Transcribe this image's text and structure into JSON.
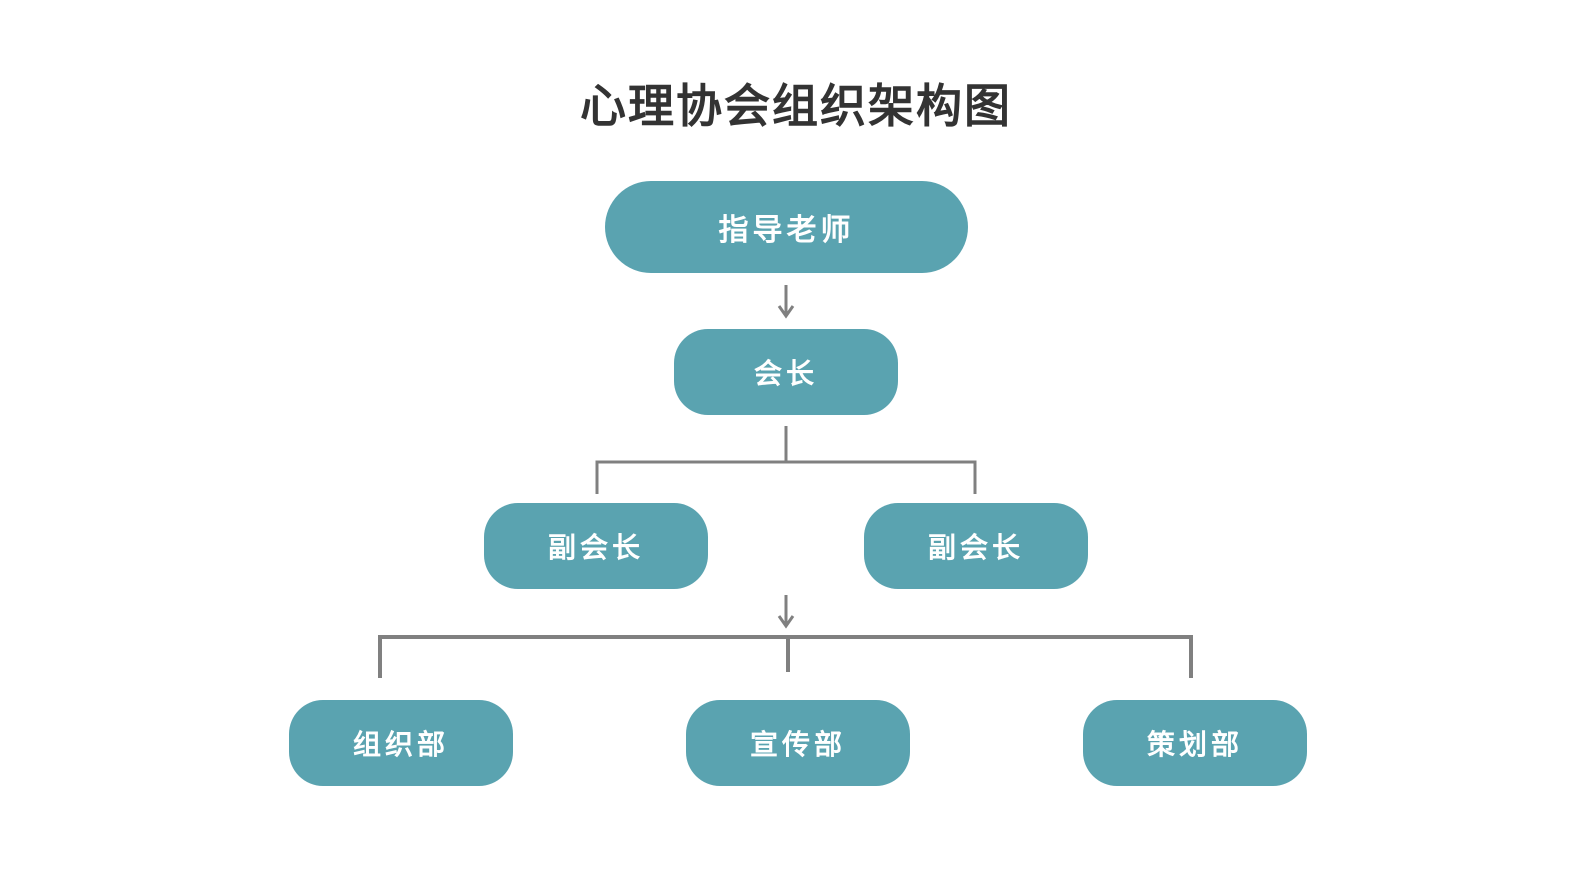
{
  "title": "心理协会组织架构图",
  "colors": {
    "node_fill": "#5aa3b0",
    "node_text": "#ffffff",
    "connector": "#808080",
    "title_text": "#333333"
  },
  "nodes": {
    "advisor": "指导老师",
    "president": "会长",
    "vice_presidents": [
      "副会长",
      "副会长"
    ],
    "departments": [
      "组织部",
      "宣传部",
      "策划部"
    ]
  }
}
